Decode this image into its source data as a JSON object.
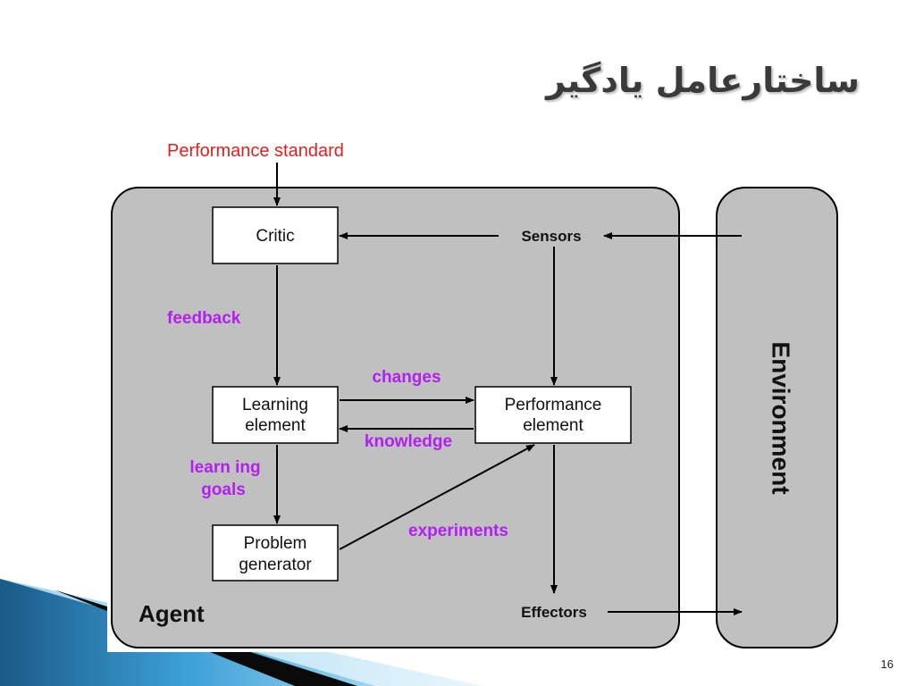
{
  "slide": {
    "title": "ساختارعامل یادگیر",
    "page_number": "16"
  },
  "diagram": {
    "performance_standard": "Performance standard",
    "critic": "Critic",
    "sensors": "Sensors",
    "feedback": "feedback",
    "learning_element_l1": "Learning",
    "learning_element_l2": "element",
    "performance_element_l1": "Performance",
    "performance_element_l2": "element",
    "changes": "changes",
    "knowledge": "knowledge",
    "learning_goals_l1": "learn ing",
    "learning_goals_l2": "goals",
    "problem_generator_l1": "Problem",
    "problem_generator_l2": "generator",
    "experiments": "experiments",
    "agent": "Agent",
    "effectors": "Effectors",
    "environment": "Environment"
  },
  "colors": {
    "red_label": "#e02020",
    "purple_label": "#b31ff0",
    "panel_gray": "#c0c0c0",
    "title_text": "#3a3a3a"
  }
}
